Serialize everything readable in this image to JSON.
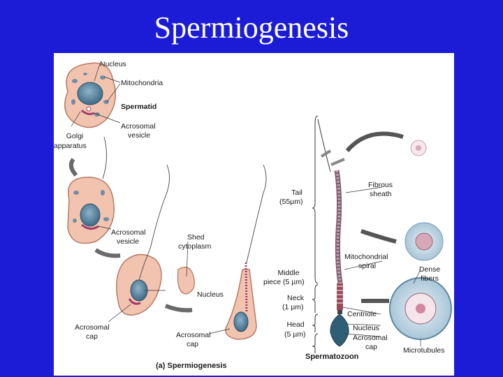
{
  "slide": {
    "title": "Spermiogenesis"
  },
  "labels": {
    "nucleus_top": "Nucleus",
    "mitochondria": "Mitochondria",
    "spermatid": "Spermatid",
    "acrosomal_vesicle_1": "Acrosomal",
    "acrosomal_vesicle_1b": "vesicle",
    "golgi_1": "Golgi",
    "golgi_2": "apparatus",
    "acrosomal_vesicle_2": "Acrosomal",
    "acrosomal_vesicle_2b": "vesicle",
    "shed_1": "Shed",
    "shed_2": "cytoplasm",
    "nucleus_mid": "Nucleus",
    "acrosomal_cap_1": "Acrosomal",
    "acrosomal_cap_1b": "cap",
    "acrosomal_cap_2": "Acrosomal",
    "acrosomal_cap_2b": "cap",
    "tail_1": "Tail",
    "tail_2": "(55µm)",
    "middle_1": "Middle",
    "middle_2": "piece (5 µm)",
    "neck_1": "Neck",
    "neck_2": "(1 µm)",
    "head_1": "Head",
    "head_2": "(5 µm)",
    "fibrous_1": "Fibrous",
    "fibrous_2": "sheath",
    "mito_spiral_1": "Mitochondrial",
    "mito_spiral_2": "spiral",
    "centriole": "Centriole",
    "nucleus_sperm": "Nucleus",
    "acrosomal_cap_3": "Acrosomal",
    "acrosomal_cap_3b": "cap",
    "dense_1": "Dense",
    "dense_2": "fibers",
    "microtubules": "Microtubules",
    "caption_a": "(a) Spermiogenesis",
    "caption_b": "Spermatozoon"
  }
}
